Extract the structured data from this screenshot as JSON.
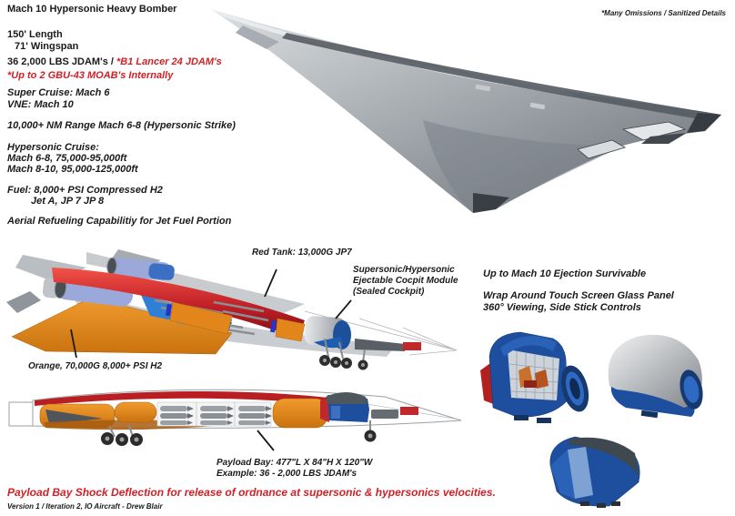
{
  "colors": {
    "annotation_red": "#cf2127",
    "tank_red": "#c01f26",
    "tank_orange": "#e2861c",
    "module_blue": "#1d4f9e",
    "nacelle_periwinkle": "#9aa8da",
    "airframe_gray": "#8f959b"
  },
  "header": {
    "title": "Mach 10 Hypersonic Heavy Bomber",
    "sanitized_note": "*Many Omissions / Sanitized Details"
  },
  "specs": {
    "length": "150' Length",
    "wingspan": "71' Wingspan",
    "jdam_black": "36 2,000 LBS JDAM's /",
    "jdam_red": "*B1 Lancer 24 JDAM's",
    "moab_red": "*Up to 2 GBU-43 MOAB's Internally",
    "super_cruise": "Super Cruise: Mach 6",
    "vne": "VNE: Mach 10",
    "range": "10,000+ NM Range Mach 6-8 (Hypersonic Strike)",
    "hypersonic_cruise_heading": "Hypersonic Cruise:",
    "cruise_band_1": "Mach 6-8, 75,000-95,000ft",
    "cruise_band_2": "Mach 8-10, 95,000-125,000ft",
    "fuel_line_1": "Fuel: 8,000+ PSI Compressed H2",
    "fuel_line_2": "Jet A, JP 7 JP 8",
    "refueling": "Aerial Refueling Capabilitiy for Jet Fuel Portion"
  },
  "callouts": {
    "red_tank": "Red Tank: 13,000G JP7",
    "cockpit_line_1": "Supersonic/Hypersonic",
    "cockpit_line_2": "Ejectable Cocpit Module",
    "cockpit_line_3": "(Sealed Cockpit)",
    "orange_tank": "Orange, 70,000G 8,000+ PSI H2",
    "payload_line_1": "Payload Bay: 477\"L X 84\"H X 120\"W",
    "payload_line_2": "Example: 36 - 2,000 LBS JDAM's"
  },
  "ejection": {
    "line_1": "Up to Mach 10 Ejection Survivable",
    "line_2": "Wrap Around Touch Screen Glass Panel",
    "line_3": "360° Viewing, Side Stick Controls"
  },
  "footer": {
    "shock_note": "Payload Bay Shock Deflection for release of ordnance at supersonic & hypersonics velocities.",
    "version": "Version 1 / Iteration 2, IO Aircraft - Drew Blair"
  }
}
